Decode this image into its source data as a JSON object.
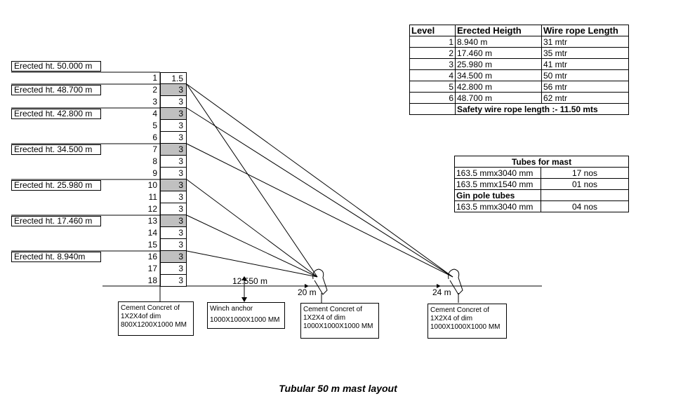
{
  "erected_labels": [
    "Erected ht. 50.000 m",
    "Erected ht. 48.700 m",
    "Erected ht. 42.800 m",
    "Erected ht. 34.500 m",
    "Erected ht. 25.980 m",
    "Erected ht. 17.460 m",
    "Erected ht. 8.940m"
  ],
  "mast_sections": [
    {
      "num": "1",
      "val": "1.5",
      "shade": false
    },
    {
      "num": "2",
      "val": "3",
      "shade": true
    },
    {
      "num": "3",
      "val": "3",
      "shade": false
    },
    {
      "num": "4",
      "val": "3",
      "shade": true
    },
    {
      "num": "5",
      "val": "3",
      "shade": false
    },
    {
      "num": "6",
      "val": "3",
      "shade": false
    },
    {
      "num": "7",
      "val": "3",
      "shade": true
    },
    {
      "num": "8",
      "val": "3",
      "shade": false
    },
    {
      "num": "9",
      "val": "3",
      "shade": false
    },
    {
      "num": "10",
      "val": "3",
      "shade": true
    },
    {
      "num": "11",
      "val": "3",
      "shade": false
    },
    {
      "num": "12",
      "val": "3",
      "shade": false
    },
    {
      "num": "13",
      "val": "3",
      "shade": true
    },
    {
      "num": "14",
      "val": "3",
      "shade": false
    },
    {
      "num": "15",
      "val": "3",
      "shade": false
    },
    {
      "num": "16",
      "val": "3",
      "shade": true
    },
    {
      "num": "17",
      "val": "3",
      "shade": false
    },
    {
      "num": "18",
      "val": "3",
      "shade": false
    }
  ],
  "level_table": {
    "headers": [
      "Level",
      "Erected Heigth",
      "Wire rope Length"
    ],
    "rows": [
      [
        "1",
        "8.940 m",
        "31 mtr"
      ],
      [
        "2",
        "17.460 m",
        "35 mtr"
      ],
      [
        "3",
        "25.980 m",
        "41 mtr"
      ],
      [
        "4",
        "34.500 m",
        "50 mtr"
      ],
      [
        "5",
        "42.800 m",
        "56 mtr"
      ],
      [
        "6",
        "48.700 m",
        "62 mtr"
      ]
    ],
    "footer": "Safety wire rope length :- 11.50 mts"
  },
  "tubes_table": {
    "header": "Tubes for mast",
    "rows": [
      [
        "163.5 mmx3040 mm",
        "17 nos"
      ],
      [
        "163.5 mmx1540 mm",
        "01 nos"
      ]
    ],
    "gin_header": "Gin pole tubes",
    "gin_rows": [
      [
        "163.5 mmx3040 mm",
        "04 nos"
      ]
    ]
  },
  "distances": {
    "winch": "12.550 m",
    "anchor1": "20 m",
    "anchor2": "24 m"
  },
  "foundations": {
    "mast": [
      "Cement Concret of",
      "1X2X4of dim",
      "800X1200X1000 MM"
    ],
    "winch": [
      "Winch anchor",
      "1000X1000X1000 MM"
    ],
    "anchor1": [
      "Cement Concret of",
      "1X2X4 of dim",
      "1000X1000X1000 MM"
    ],
    "anchor2": [
      "Cement Concret of",
      "1X2X4 of dim",
      "1000X1000X1000 MM"
    ]
  },
  "title": "Tubular 50 m mast layout"
}
